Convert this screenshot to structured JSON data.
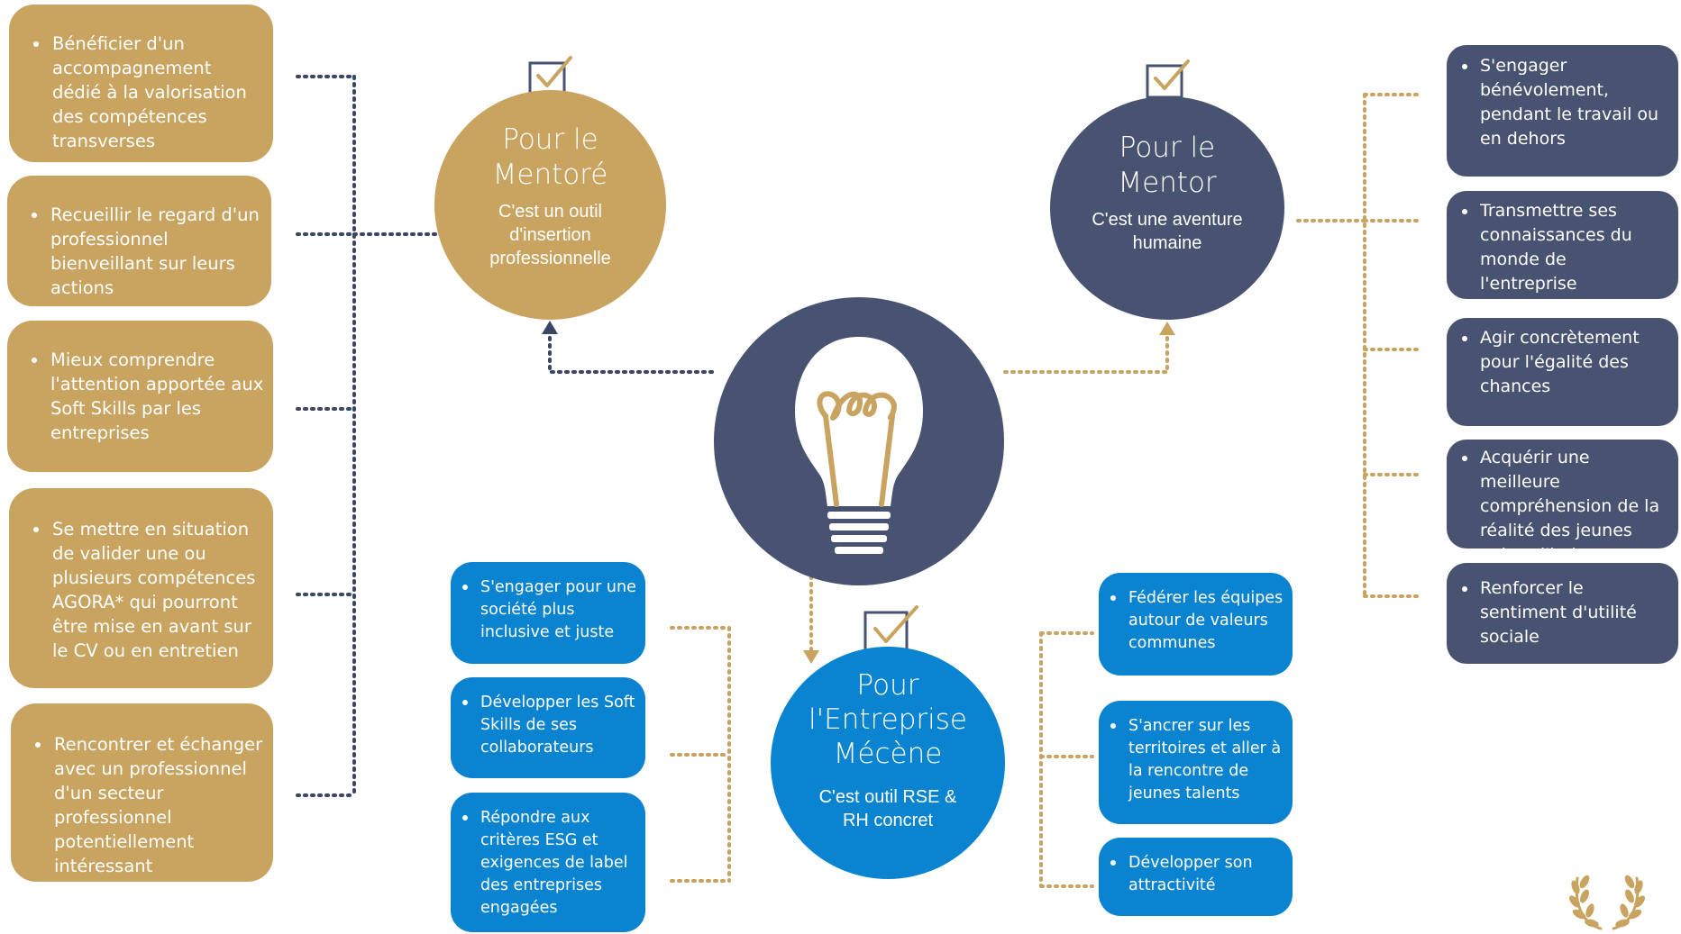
{
  "mentore": {
    "title": "Pour le Mentoré",
    "subtitle": "C'est un outil d'insertion professionnelle",
    "items": [
      "Bénéficier d'un accompagnement dédié à la valorisation des compétences transverses",
      "Recueillir le regard d'un professionnel bienveillant sur leurs actions",
      "Mieux comprendre l'attention apportée aux Soft Skills par les entreprises",
      "Se mettre en situation de valider une ou plusieurs compétences AGORA* qui pourront être mise en avant sur le CV ou en entretien",
      "Rencontrer et échanger avec un professionnel d'un secteur professionnel potentiellement intéressant"
    ]
  },
  "mentor": {
    "title": "Pour le Mentor",
    "subtitle": "C'est une aventure humaine",
    "items": [
      "S'engager bénévolement, pendant le travail ou en dehors",
      "Transmettre ses connaissances du monde de l'entreprise",
      "Agir concrètement pour l'égalité des chances",
      "Acquérir une meilleure compréhension de la réalité des jeunes aujourd'hui",
      "Renforcer le sentiment d'utilité sociale"
    ]
  },
  "entreprise": {
    "title": "Pour l'Entreprise Mécène",
    "subtitle": "C'est outil RSE & RH concret",
    "left_items": [
      "S'engager pour une société plus inclusive et juste",
      "Développer les Soft Skills de ses collaborateurs",
      "Répondre aux critères ESG et exigences de label des entreprises engagées"
    ],
    "right_items": [
      "Fédérer les équipes autour de valeurs communes",
      "S'ancrer sur les territoires et aller à la rencontre de jeunes talents",
      "Développer son attractivité"
    ]
  },
  "colors": {
    "gold": "#c9a461",
    "navy": "#485372",
    "blue": "#0a84d0",
    "dotted_navy": "#3a4668",
    "dotted_gold": "#c9a461"
  },
  "icons": [
    "checkbox-icon",
    "lightbulb-icon",
    "laurel-icon"
  ]
}
